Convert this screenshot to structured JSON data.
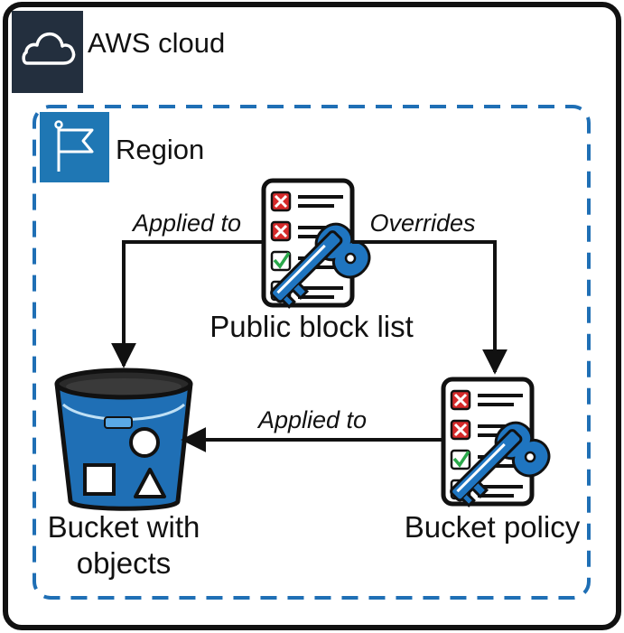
{
  "cloud": {
    "label": "AWS cloud",
    "icon": "cloud-icon",
    "badge_color": "#232f3e"
  },
  "region": {
    "label": "Region",
    "icon": "flag-icon",
    "badge_color": "#1f77b4",
    "border_color": "#1f6fb5"
  },
  "nodes": {
    "public_block_list": {
      "label": "Public block list",
      "icon": "checklist-key-icon"
    },
    "bucket": {
      "label_line1": "Bucket with",
      "label_line2": "objects",
      "icon": "bucket-icon"
    },
    "bucket_policy": {
      "label": "Bucket policy",
      "icon": "checklist-key-icon"
    }
  },
  "edges": {
    "block_to_bucket": "Applied to",
    "block_to_policy": "Overrides",
    "policy_to_bucket": "Applied to"
  },
  "colors": {
    "key_blue": "#1f75c0",
    "check_red": "#d62a2a",
    "check_green": "#2aa84a",
    "bucket_blue": "#1f6fb5"
  }
}
